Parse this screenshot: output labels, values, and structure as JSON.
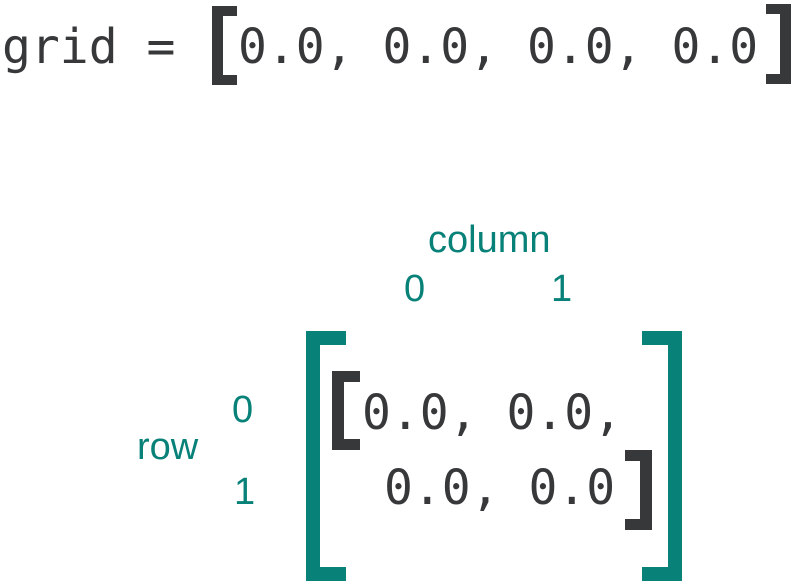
{
  "colors": {
    "teal_accent": "#088178",
    "dark_text": "#36383a",
    "background": "#ffffff"
  },
  "code_line": {
    "variable": "grid =",
    "values": "0.0, 0.0, 0.0, 0.0"
  },
  "matrix_view": {
    "column_label": "column",
    "column_indices": [
      "0",
      "1"
    ],
    "row_label": "row",
    "row_indices": [
      "0",
      "1"
    ],
    "row_values": [
      "0.0, 0.0,",
      "0.0, 0.0"
    ]
  }
}
